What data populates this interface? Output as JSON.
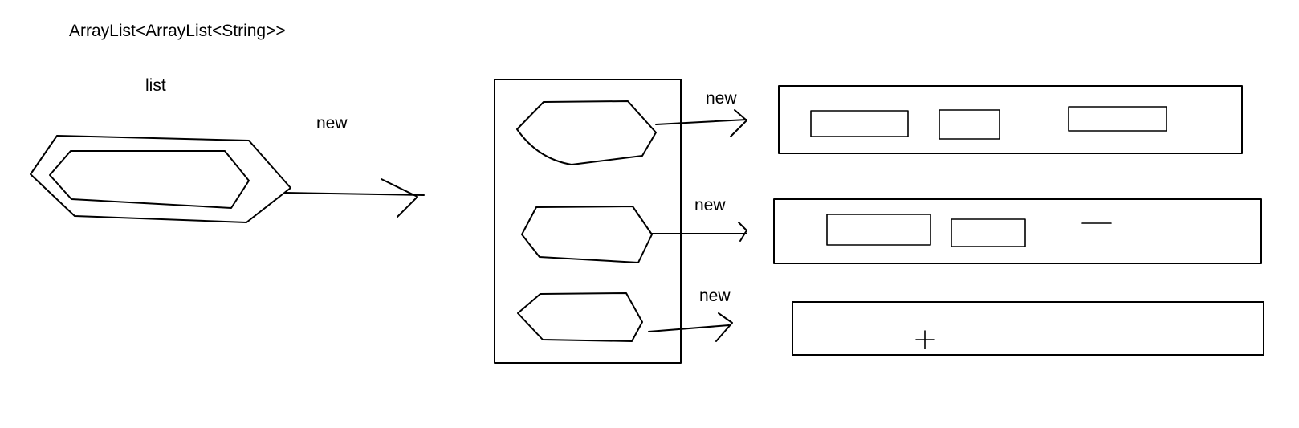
{
  "diagram": {
    "title": "ArrayList<ArrayList<String>>",
    "variable_label": "list",
    "new_labels": [
      "new",
      "new",
      "new",
      "new"
    ]
  },
  "colors": {
    "background": "#ffffff",
    "ink": "#000000"
  }
}
